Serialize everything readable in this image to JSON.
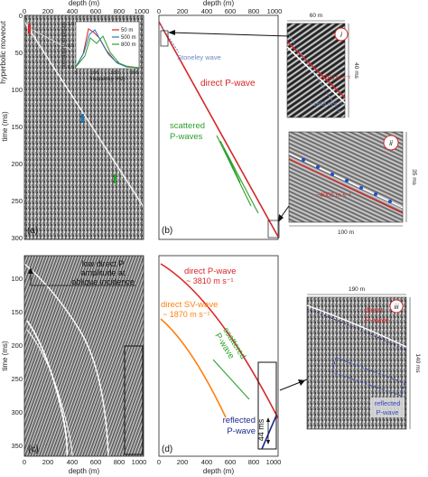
{
  "figure": {
    "axes": {
      "depth_label": "depth (m)",
      "time_label": "time (ms)",
      "moveout_label": "hyperbolic moveout",
      "depth_ticks": [
        "0",
        "200",
        "400",
        "600",
        "800",
        "1000"
      ],
      "time_ticks_top": [
        "0",
        "50",
        "100",
        "150",
        "200",
        "250",
        "300"
      ],
      "time_ticks_bottom": [
        "100",
        "150",
        "200",
        "250",
        "300",
        "350"
      ]
    },
    "panel_labels": {
      "a": "(a)",
      "b": "(b)",
      "c": "(c)",
      "d": "(d)",
      "i": "i",
      "ii": "ii",
      "iii": "iii"
    },
    "inset": {
      "xlabel": "frequency (Hz)",
      "ylabel": "normalised amplitude",
      "xticks": [
        "0",
        "100",
        "200",
        "300"
      ],
      "yticks": [
        "0.0",
        "0.5",
        "1.0"
      ],
      "legend": [
        {
          "name": "50 m",
          "color": "#d62728"
        },
        {
          "name": "500 m",
          "color": "#1f77b4"
        },
        {
          "name": "800 m",
          "color": "#2ca02c"
        }
      ]
    },
    "annotations": {
      "stoneley": "Stoneley wave",
      "direct_p_b": "direct P-wave",
      "scattered_b_1": "scattered",
      "scattered_b_2": "P-waves",
      "low_direct_1": "low direct P",
      "low_direct_2": "amplitude at",
      "low_direct_3": "oblique incidence",
      "direct_p_d_1": "direct P-wave",
      "direct_p_d_2": "~ 3810 m s⁻¹",
      "direct_sv_d_1": "direct SV-wave",
      "direct_sv_d_2": "~ 1870 m s⁻¹",
      "scattered_d_1": "scattered",
      "scattered_d_2": "P-wave",
      "reflected_d_1": "reflected",
      "reflected_d_2": "P-wave",
      "ms44": "44 ms",
      "vel_i_1": "~3750 m s⁻¹",
      "vel_i_2": "~1625 m s⁻¹",
      "vel_ii": "~4000 m s⁻¹",
      "direct_iii_1": "direct",
      "direct_iii_2": "P-wave",
      "reflected_iii_1": "reflected",
      "reflected_iii_2": "P-wave"
    },
    "scale_labels": {
      "i_width": "60 m",
      "i_height": "40 ms",
      "ii_width": "100 m",
      "ii_height": "35 ms",
      "iii_width": "190 m",
      "iii_height": "140 ms"
    },
    "colors": {
      "direct_p": "#d62728",
      "direct_sv": "#ff7f0e",
      "scattered": "#2ca02c",
      "reflected": "#1f2a8a",
      "stoneley": "#6f86c6"
    }
  }
}
